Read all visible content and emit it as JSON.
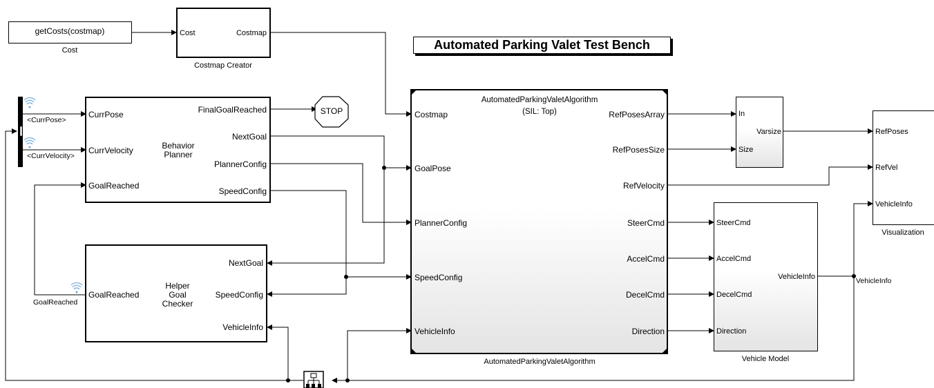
{
  "title": "Automated Parking Valet Test Bench",
  "cost_block": {
    "expression": "getCosts(costmap)",
    "caption": "Cost"
  },
  "costmap_creator": {
    "in_port": "Cost",
    "out_port": "Costmap",
    "caption": "Costmap Creator"
  },
  "bus_selector_labels": [
    "<CurrPose>",
    "<CurrVelocity>"
  ],
  "behavior_planner": {
    "name": "Behavior\nPlanner",
    "in_ports": [
      "CurrPose",
      "CurrVelocity",
      "GoalReached"
    ],
    "out_ports": [
      "FinalGoalReached",
      "NextGoal",
      "PlannerConfig",
      "SpeedConfig"
    ]
  },
  "stop_block": "STOP",
  "goal_checker": {
    "name": "Helper\nGoal\nChecker",
    "in_port": "GoalReached",
    "out_ports": [
      "NextGoal",
      "SpeedConfig",
      "VehicleInfo"
    ],
    "signal_label": "GoalReached"
  },
  "algorithm": {
    "header": "AutomatedParkingValetAlgorithm",
    "mode": "(SIL: Top)",
    "caption": "AutomatedParkingValetAlgorithm",
    "in_ports": [
      "Costmap",
      "GoalPose",
      "PlannerConfig",
      "SpeedConfig",
      "VehicleInfo"
    ],
    "out_ports": [
      "RefPosesArray",
      "RefPosesSize",
      "RefVelocity",
      "SteerCmd",
      "AccelCmd",
      "DecelCmd",
      "Direction"
    ]
  },
  "varsize": {
    "in_ports": [
      "In",
      "Size"
    ],
    "label": "Varsize"
  },
  "vehicle_model": {
    "in_ports": [
      "SteerCmd",
      "AccelCmd",
      "DecelCmd",
      "Direction"
    ],
    "out_port": "VehicleInfo",
    "caption": "Vehicle Model",
    "signal_label": "VehicleInfo"
  },
  "visualization": {
    "in_ports": [
      "RefPoses",
      "RefVel",
      "VehicleInfo"
    ],
    "caption": "Visualization"
  },
  "colors": {
    "line": "#000000",
    "wireless": "#6fa8dc",
    "badge": "#3b7dd8"
  }
}
